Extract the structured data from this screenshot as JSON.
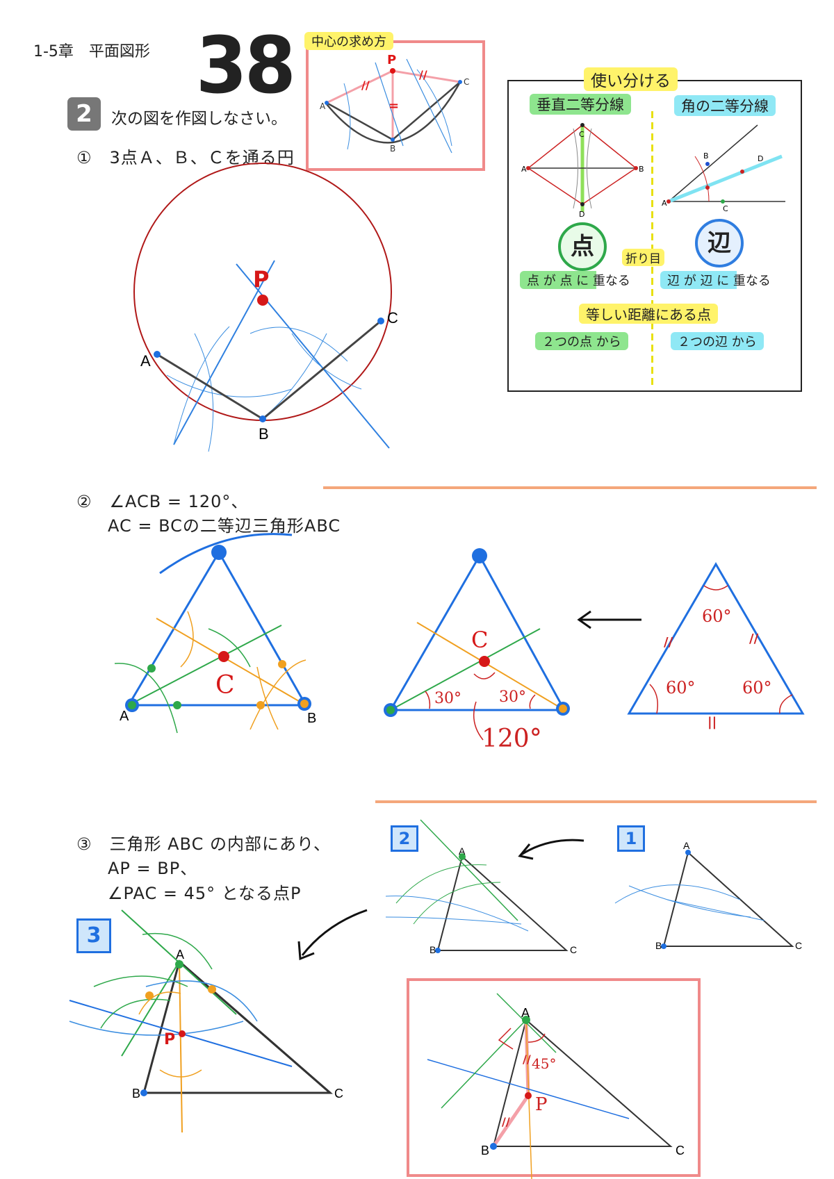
{
  "header": {
    "chapter": "1-5章　平面図形",
    "page_number": "38"
  },
  "question": {
    "badge": "2",
    "instruction": "次の図を作図しなさい。"
  },
  "parts": {
    "p1": {
      "text": "①　3点Ａ、Ｂ、Ｃを通る円"
    },
    "p2": {
      "line1": "②　∠ACB = 120°、",
      "line2": "AC = BCの二等辺三角形ABC"
    },
    "p3": {
      "line1": "③　三角形 ABC の内部にあり、",
      "line2": "AP = BP、",
      "line3": "∠PAC = 45° となる点P"
    }
  },
  "center_box": {
    "title": "中心の求め方",
    "labels": {
      "P": "P",
      "A": "A",
      "B": "B",
      "C": "C"
    }
  },
  "usage_box": {
    "title": "使い分ける",
    "left_header": "垂直二等分線",
    "right_header": "角の二等分線",
    "left_icon": "点",
    "right_icon": "辺",
    "fold": "折り目",
    "left_overlap": "点 が 点 に 重なる",
    "right_overlap": "辺 が 辺 に 重なる",
    "equal_distance": "等しい距離にある点",
    "left_from": "２つの点 から",
    "right_from": "２つの辺 から",
    "left_labels": {
      "A": "A",
      "B": "B",
      "C": "C",
      "D": "D"
    },
    "right_labels": {
      "A": "A",
      "B": "B",
      "C": "C",
      "D": "D"
    }
  },
  "fig1": {
    "P": "P",
    "A": "A",
    "B": "B",
    "C": "C"
  },
  "fig2": {
    "main": {
      "A": "A",
      "B": "B",
      "C": "C"
    },
    "mid": {
      "C": "C",
      "a1": "30°",
      "a2": "30°",
      "a3": "120°"
    },
    "right": {
      "a1": "60°",
      "a2": "60°",
      "a3": "60°"
    }
  },
  "fig3": {
    "step1": {
      "badge": "1",
      "A": "A",
      "B": "B",
      "C": "C"
    },
    "step2": {
      "badge": "2",
      "A": "A",
      "B": "B",
      "C": "C"
    },
    "step3": {
      "badge": "3",
      "A": "A",
      "B": "B",
      "C": "C",
      "P": "P"
    },
    "detail": {
      "A": "A",
      "B": "B",
      "C": "C",
      "P": "P",
      "angle": "45°"
    }
  }
}
